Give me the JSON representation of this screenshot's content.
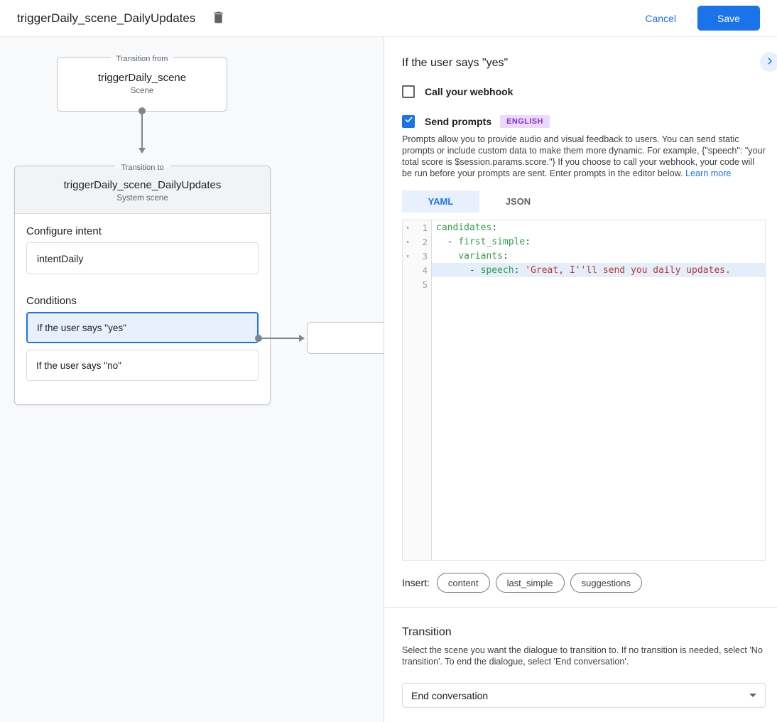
{
  "colors": {
    "accent_blue": "#1a73e8",
    "selected_condition_bg": "#e8f0fe",
    "selected_condition_border": "#1a73e8",
    "badge_bg": "#ecd9fd",
    "badge_text": "#8430ce",
    "code_key_green": "#2f9e44",
    "code_string_red": "#b8382e",
    "code_highlight_row": "#e4eefb",
    "canvas_bg": "#f8f9fa"
  },
  "icons": {
    "delete": "trash",
    "fold_glyph": "▾",
    "expand": "chevron-right",
    "check": "checkmark",
    "dropdown": "caret-down"
  },
  "app_bar": {
    "title": "triggerDaily_scene_DailyUpdates",
    "cancel_label": "Cancel",
    "save_label": "Save"
  },
  "canvas": {
    "transition_from": {
      "legend": "Transition from",
      "title": "triggerDaily_scene",
      "subtitle": "Scene"
    },
    "transition_to": {
      "legend": "Transition to",
      "title": "triggerDaily_scene_DailyUpdates",
      "subtitle": "System scene"
    },
    "configure_intent_label": "Configure intent",
    "intent_value": "intentDaily",
    "conditions_label": "Conditions",
    "conditions": [
      {
        "label": "If the user says \"yes\"",
        "selected": true
      },
      {
        "label": "If the user says \"no\"",
        "selected": false
      }
    ]
  },
  "panel": {
    "title": "If the user says \"yes\"",
    "webhook": {
      "label": "Call your webhook",
      "checked": false
    },
    "send_prompts": {
      "label": "Send prompts",
      "checked": true,
      "badge": "ENGLISH"
    },
    "description": "Prompts allow you to provide audio and visual feedback to users. You can send static prompts or include custom data to make them more dynamic. For example, {\"speech\": \"your total score is $session.params.score.\"} If you choose to call your webhook, your code will be run before your prompts are sent. Enter prompts in the editor below. ",
    "learn_more_label": "Learn more",
    "tabs": [
      {
        "label": "YAML",
        "active": true
      },
      {
        "label": "JSON",
        "active": false
      }
    ],
    "editor": {
      "lines": [
        {
          "num": "1",
          "fold": "▾",
          "plain": "",
          "key": "candidates",
          "sep": ":",
          "str": ""
        },
        {
          "num": "2",
          "fold": "▾",
          "plain": "  - ",
          "key": "first_simple",
          "sep": ":",
          "str": ""
        },
        {
          "num": "3",
          "fold": "▾",
          "plain": "    ",
          "key": "variants",
          "sep": ":",
          "str": ""
        },
        {
          "num": "4",
          "fold": "",
          "plain": "      - ",
          "key": "speech",
          "sep": ": ",
          "str": "'Great, I''ll send you daily updates."
        },
        {
          "num": "5",
          "fold": "",
          "plain": "",
          "key": "",
          "sep": "",
          "str": ""
        }
      ]
    },
    "insert_label": "Insert:",
    "chips": [
      "content",
      "last_simple",
      "suggestions"
    ],
    "transition": {
      "heading": "Transition",
      "description": "Select the scene you want the dialogue to transition to. If no transition is needed, select 'No transition'. To end the dialogue, select 'End conversation'.",
      "selected": "End conversation"
    }
  }
}
